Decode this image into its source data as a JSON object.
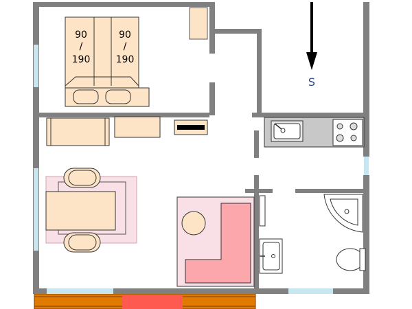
{
  "bed": {
    "left_size_top": "90",
    "left_sep": "/",
    "left_size_bottom": "190",
    "right_size_top": "90",
    "right_sep": "/",
    "right_size_bottom": "190"
  },
  "compass": {
    "label": "S"
  },
  "colors": {
    "wall": "#808080",
    "window": "#c8e6f0",
    "furniture": "#fde4c6",
    "rug": "#f9dfe6",
    "seat": "#fca7ab",
    "counter": "#c8c8c8",
    "balcony": "#e07a00",
    "door_mat": "#ff5a50",
    "label_blue": "#2c4a8c"
  }
}
